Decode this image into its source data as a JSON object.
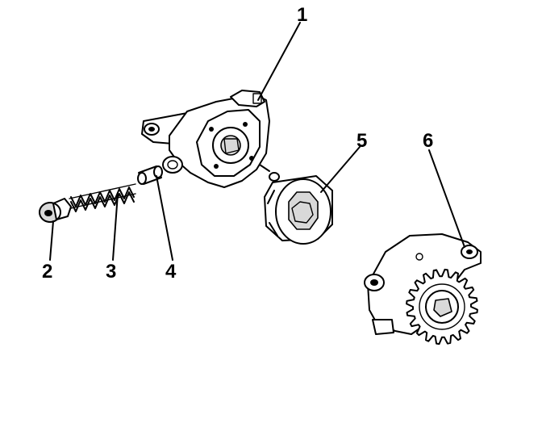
{
  "callouts": [
    {
      "id": "1",
      "label": "1"
    },
    {
      "id": "2",
      "label": "2"
    },
    {
      "id": "3",
      "label": "3"
    },
    {
      "id": "4",
      "label": "4"
    },
    {
      "id": "5",
      "label": "5"
    },
    {
      "id": "6",
      "label": "6"
    }
  ],
  "colors": {
    "ink": "#000000",
    "paper": "#ffffff",
    "shade": "#d9d9d9"
  }
}
